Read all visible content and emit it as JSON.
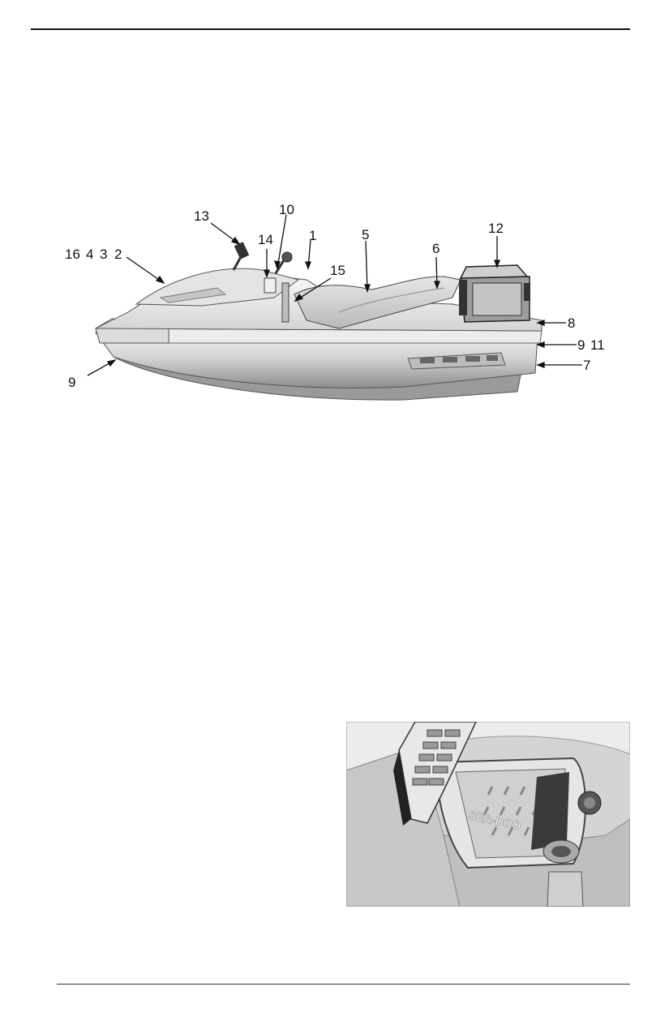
{
  "callouts": {
    "c1": "1",
    "c2": "2",
    "c3": "3",
    "c4": "4",
    "c5": "5",
    "c6": "6",
    "c7": "7",
    "c8": "8",
    "c9_left": "9",
    "c9_right": "9",
    "c10": "10",
    "c11": "11",
    "c12": "12",
    "c13": "13",
    "c14": "14",
    "c15": "15",
    "c16": "16"
  },
  "bay_logo_text": "SEA-DOO"
}
